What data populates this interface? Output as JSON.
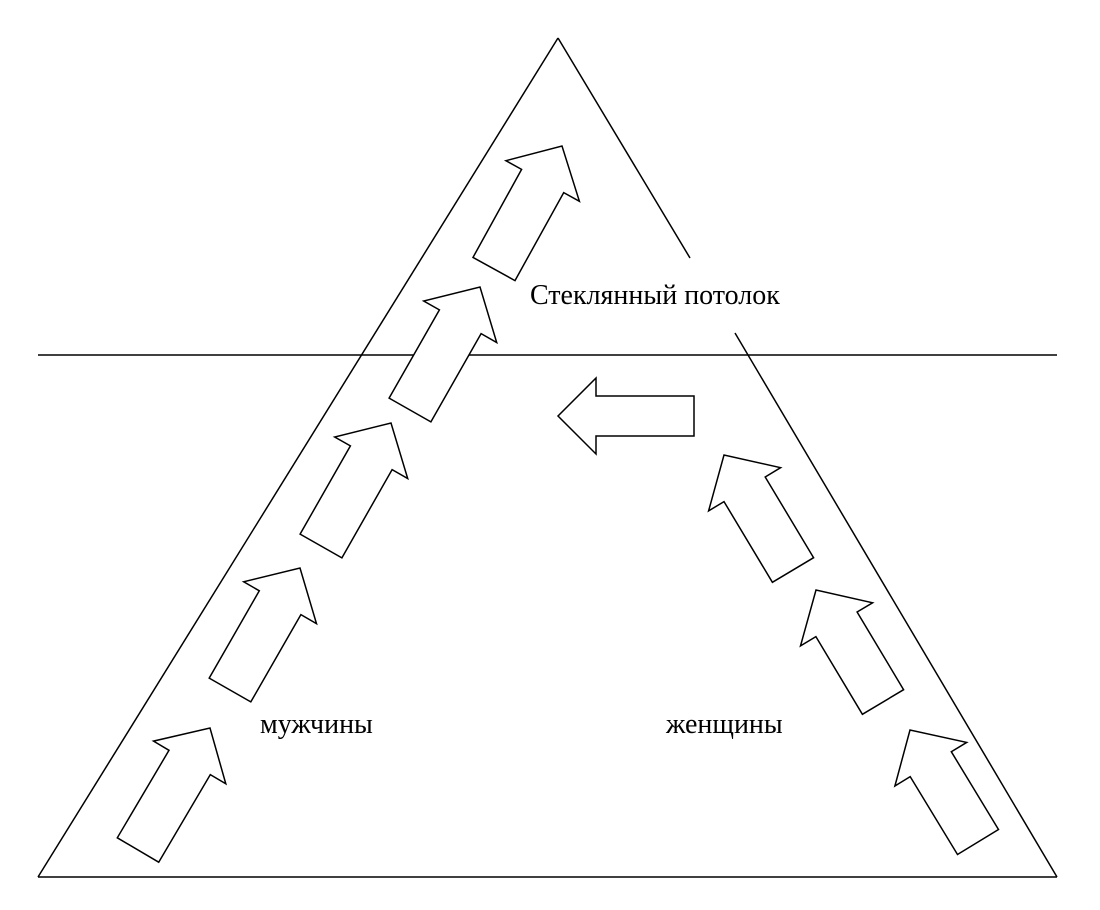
{
  "labels": {
    "glass_ceiling": "Стеклянный потолок",
    "men": "мужчины",
    "women": "женщины"
  },
  "colors": {
    "stroke": "#000000",
    "background": "#ffffff"
  }
}
